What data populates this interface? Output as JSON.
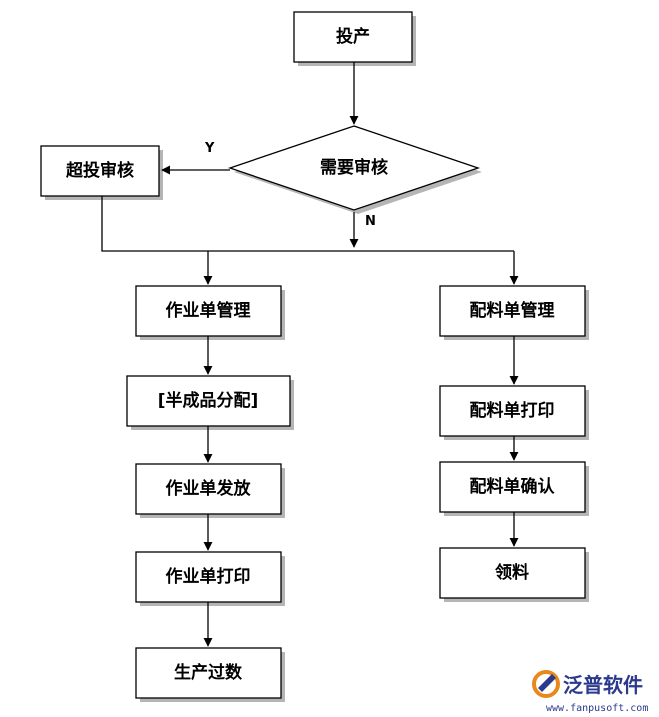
{
  "nodes": {
    "start": "投产",
    "decision": "需要审核",
    "over_review": "超投审核",
    "work_order_mgmt": "作业单管理",
    "semi_alloc": "[半成品分配]",
    "work_order_release": "作业单发放",
    "work_order_print": "作业单打印",
    "production_report": "生产过数",
    "material_mgmt": "配料单管理",
    "material_print": "配料单打印",
    "material_confirm": "配料单确认",
    "material_pickup": "领料"
  },
  "edges": {
    "yes_label": "Y",
    "no_label": "N"
  },
  "watermark": {
    "brand": "泛普软件",
    "url": "www.fanpusoft.com"
  },
  "colors": {
    "stroke": "#000000",
    "box_fill": "#ffffff",
    "shadow": "#b5b5b5",
    "brand": "#2b3a8c",
    "logo_orange": "#e8891c"
  }
}
